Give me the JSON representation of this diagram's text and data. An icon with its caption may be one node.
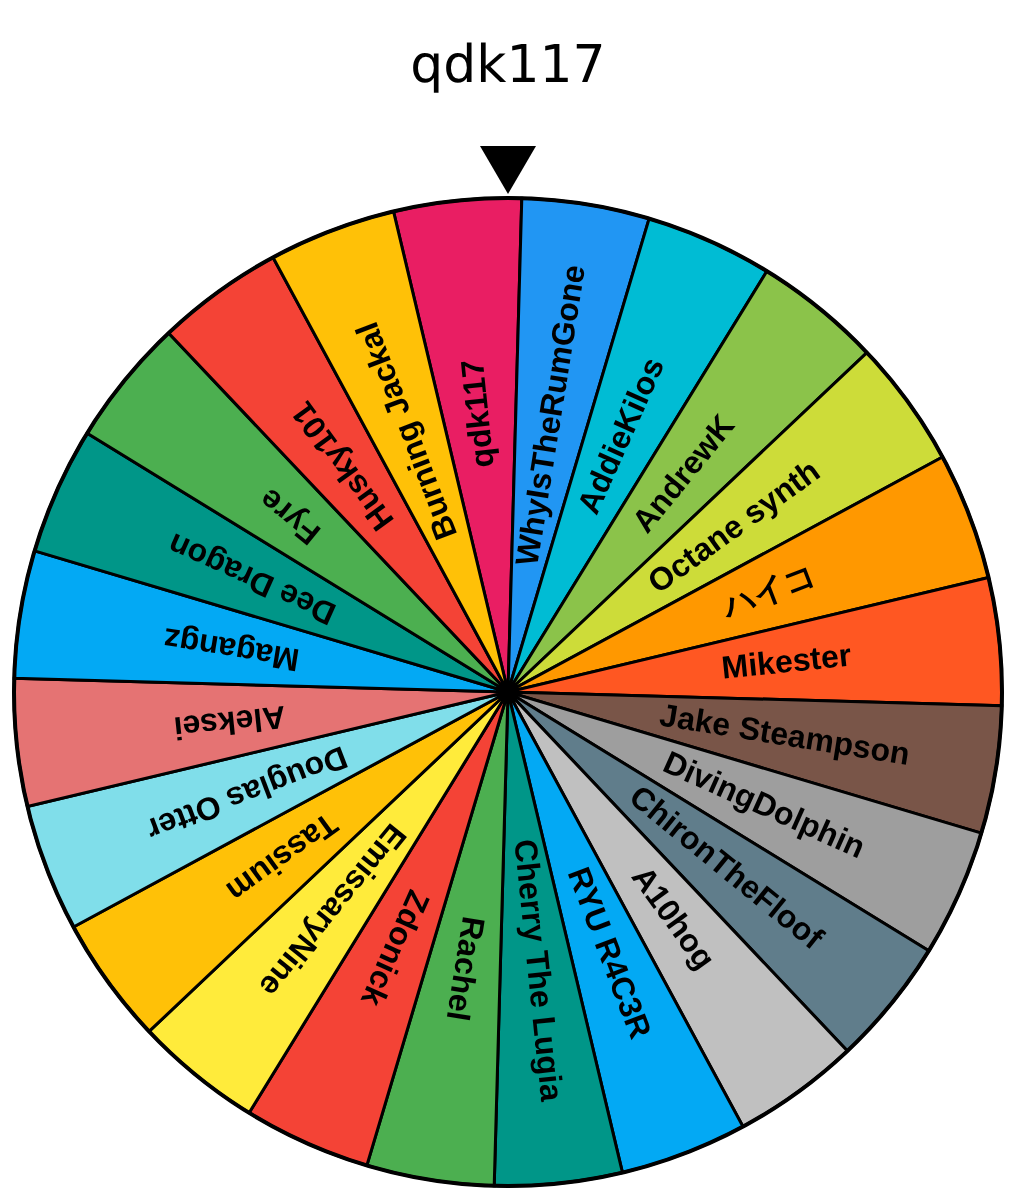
{
  "diagram": {
    "title": "qdk117",
    "nodes": [
      {
        "text": [
          "qdk117"
        ]
      },
      {
        "text": [
          "WhyIsTheRumGone"
        ]
      },
      {
        "text": [
          "AddieKilos"
        ]
      },
      {
        "text": [
          "AndrewK"
        ]
      },
      {
        "text": [
          "Octane synth"
        ]
      },
      {
        "text": [
          "ハイコ"
        ]
      },
      {
        "text": [
          "Mikester"
        ]
      },
      {
        "text": [
          "Jake Steampson"
        ]
      },
      {
        "text": [
          "DivingDolphin"
        ]
      },
      {
        "text": [
          "ChironTheFloof"
        ]
      },
      {
        "text": [
          "A10hog"
        ]
      },
      {
        "text": [
          "RYU R4C3R"
        ]
      },
      {
        "text": [
          "Cherry The Lugia"
        ]
      },
      {
        "text": [
          "Rachel"
        ]
      },
      {
        "text": [
          "Zdonick"
        ]
      },
      {
        "text": [
          "EmissaryNine"
        ]
      },
      {
        "text": [
          "Tassium"
        ]
      },
      {
        "text": [
          "Douglas Otter"
        ]
      },
      {
        "text": [
          "Aleksei"
        ]
      },
      {
        "text": [
          "Magangz"
        ]
      },
      {
        "text": [
          "Dee Dragon"
        ]
      },
      {
        "text": [
          "Fyre"
        ]
      },
      {
        "text": [
          "Husky101"
        ]
      },
      {
        "text": [
          "Burning Jackal"
        ]
      }
    ]
  }
}
